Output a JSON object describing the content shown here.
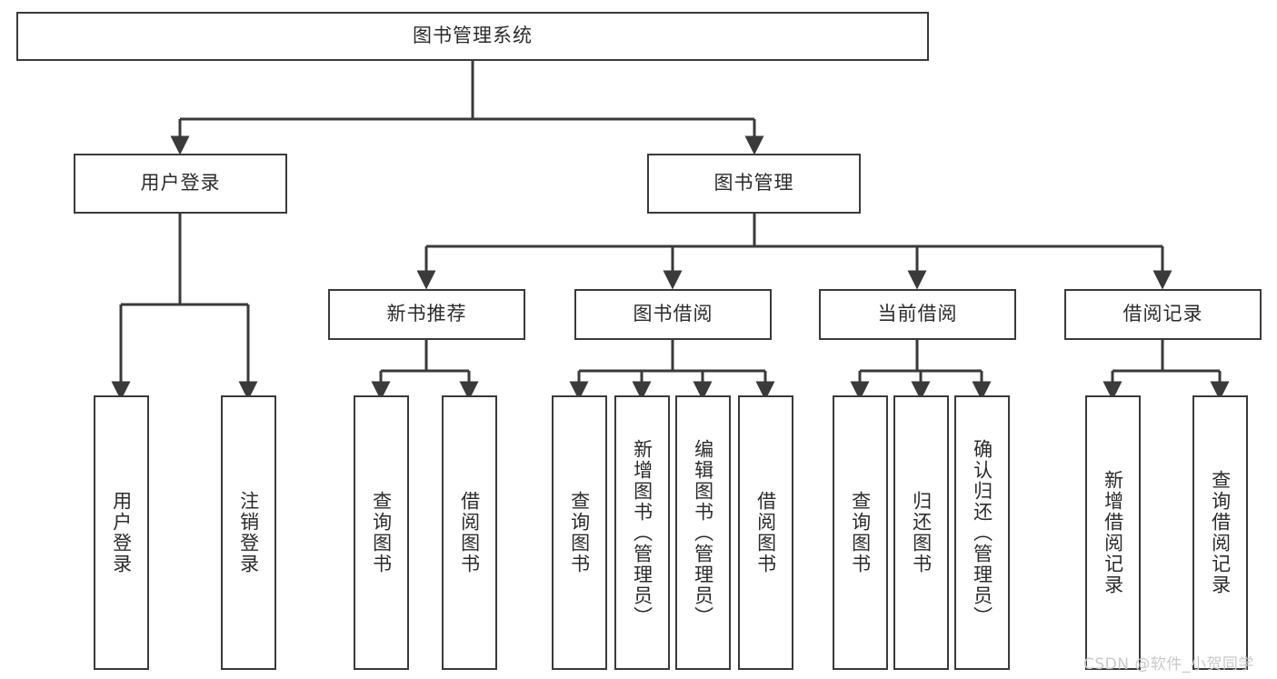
{
  "diagram": {
    "type": "tree",
    "title": "图书管理系统",
    "watermark": "CSDN @软件_小贺同学",
    "colors": {
      "stroke": "#3a3a3a",
      "text": "#2b2b2b",
      "background": "#ffffff",
      "watermark": "#c9c9c9"
    },
    "root": {
      "label": "图书管理系统"
    },
    "level2": [
      {
        "label": "用户登录"
      },
      {
        "label": "图书管理"
      }
    ],
    "level3": [
      {
        "label": "新书推荐"
      },
      {
        "label": "图书借阅"
      },
      {
        "label": "当前借阅"
      },
      {
        "label": "借阅记录"
      }
    ],
    "leaves": {
      "user_login": [
        {
          "label": "用户登录"
        },
        {
          "label": "注销登录"
        }
      ],
      "new_book_recommend": [
        {
          "label": "查询图书"
        },
        {
          "label": "借阅图书"
        }
      ],
      "book_borrow": [
        {
          "label": "查询图书"
        },
        {
          "label": "新增图书（管理员）"
        },
        {
          "label": "编辑图书（管理员）"
        },
        {
          "label": "借阅图书"
        }
      ],
      "current_borrow": [
        {
          "label": "查询图书"
        },
        {
          "label": "归还图书"
        },
        {
          "label": "确认归还（管理员）"
        }
      ],
      "borrow_record": [
        {
          "label": "新增借阅记录"
        },
        {
          "label": "查询借阅记录"
        }
      ]
    }
  }
}
